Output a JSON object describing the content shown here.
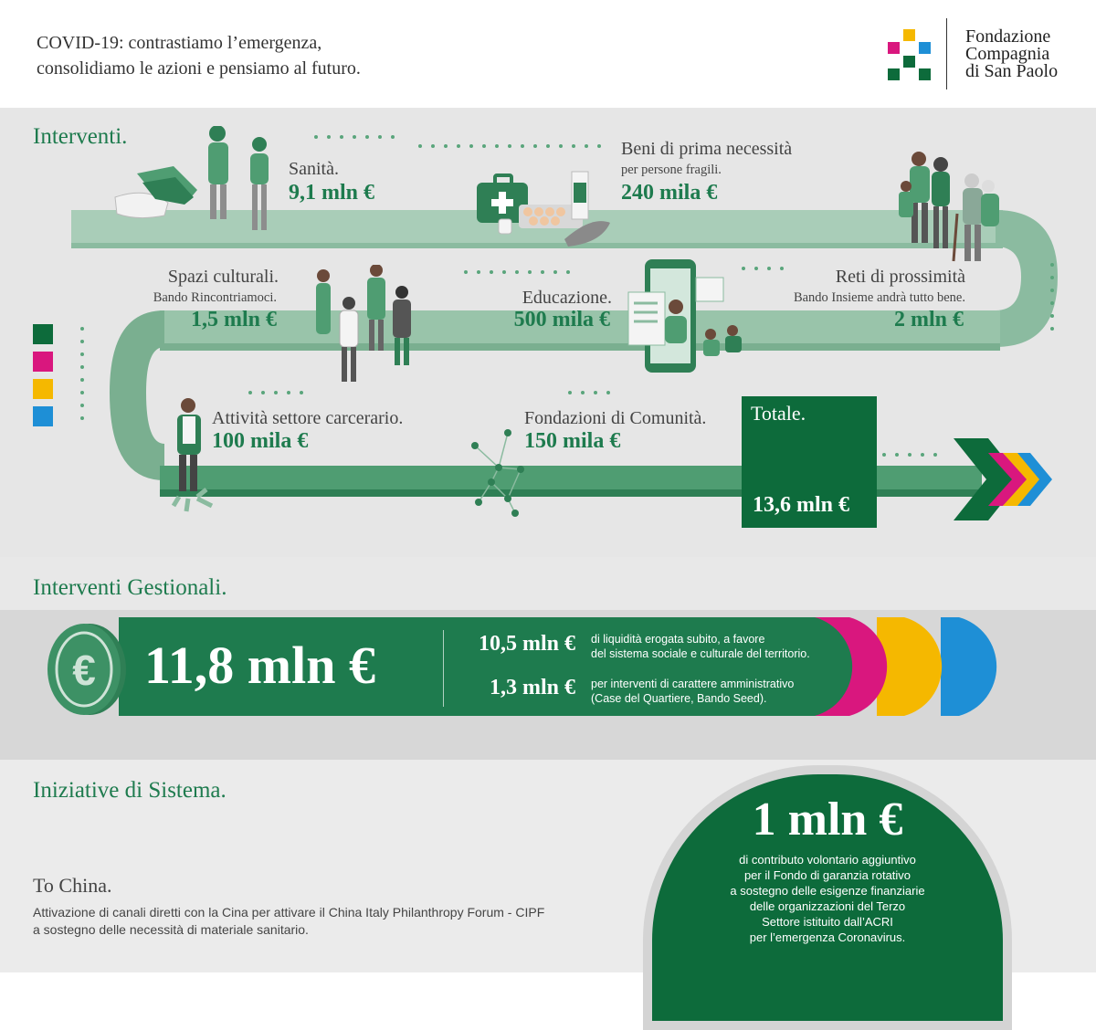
{
  "header": {
    "line1": "COVID-19: contrastiamo l’emergenza,",
    "line2": "consolidiamo le azioni e pensiamo al futuro.",
    "logo": {
      "line1": "Fondazione",
      "line2": "Compagnia",
      "line3": "di San Paolo"
    }
  },
  "interventi": {
    "title": "Interventi.",
    "items": [
      {
        "label": "Sanità.",
        "sub": "",
        "value": "9,1 mln €"
      },
      {
        "label": "Beni di prima necessità",
        "sub": "per persone fragili.",
        "value": "240 mila €"
      },
      {
        "label": "Spazi culturali.",
        "sub": "Bando Rincontriamoci.",
        "value": "1,5 mln €"
      },
      {
        "label": "Educazione.",
        "sub": "",
        "value": "500 mila €"
      },
      {
        "label": "Reti di prossimità",
        "sub": "Bando Insieme andrà tutto bene.",
        "value": "2 mln €"
      },
      {
        "label": "Attività settore carcerario.",
        "sub": "",
        "value": "100 mila €"
      },
      {
        "label": "Fondazioni di Comunità.",
        "sub": "",
        "value": "150 mila €"
      }
    ],
    "total": {
      "label": "Totale.",
      "value": "13,6 mln €"
    }
  },
  "gestionali": {
    "title": "Interventi Gestionali.",
    "big_value": "11,8 mln €",
    "rows": [
      {
        "value": "10,5 mln €",
        "desc1": "di liquidità erogata subito, a favore",
        "desc2": "del sistema sociale e culturale del territorio."
      },
      {
        "value": "1,3 mln €",
        "desc1": "per interventi di carattere amministrativo",
        "desc2": "(Case del Quartiere, Bando Seed)."
      }
    ]
  },
  "sistema": {
    "title": "Iniziative di Sistema.",
    "china_title": "To China.",
    "china_desc1": "Attivazione di canali diretti con la Cina per attivare il China Italy Philanthropy Forum - CIPF",
    "china_desc2": "a sostegno delle necessità di materiale sanitario.",
    "circle_value": "1 mln €",
    "circle_lines": [
      "di contributo volontario aggiuntivo",
      "per il Fondo di garanzia rotativo",
      "a sostegno delle esigenze finanziarie",
      "delle organizzazioni del Terzo",
      "Settore istituito dall’ACRI",
      "per l’emergenza Coronavirus."
    ]
  },
  "colors": {
    "green": "#0d6b3b",
    "green_mid": "#1e7b4e",
    "path_light": "#a9cdb8",
    "magenta": "#d9177e",
    "yellow": "#f5b800",
    "blue": "#1e8fd6"
  }
}
